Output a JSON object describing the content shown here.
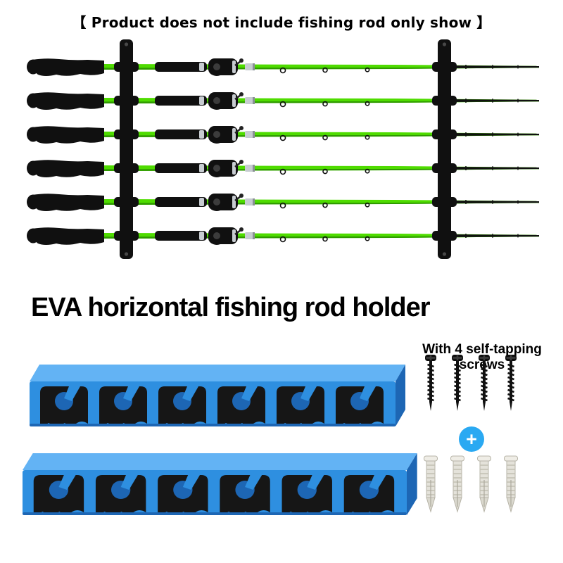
{
  "caption": "【 Product does not include fishing rod only show 】",
  "heading": "EVA horizontal fishing rod holder",
  "hardware": {
    "screws_label": "With 4 self-tapping screws",
    "plus_sign": "+"
  },
  "colors": {
    "background": "#ffffff",
    "ink": "#101010",
    "foam_black": "#161616",
    "rod_green": "#4fdc00",
    "rod_green_dark": "#2f9a00",
    "holder_blue": "#2e8fe0",
    "holder_blue_light": "#63b3f4",
    "holder_blue_dark": "#1d66b4",
    "plus_blue": "#2aa9f2",
    "silver": "#c7ccd1"
  }
}
